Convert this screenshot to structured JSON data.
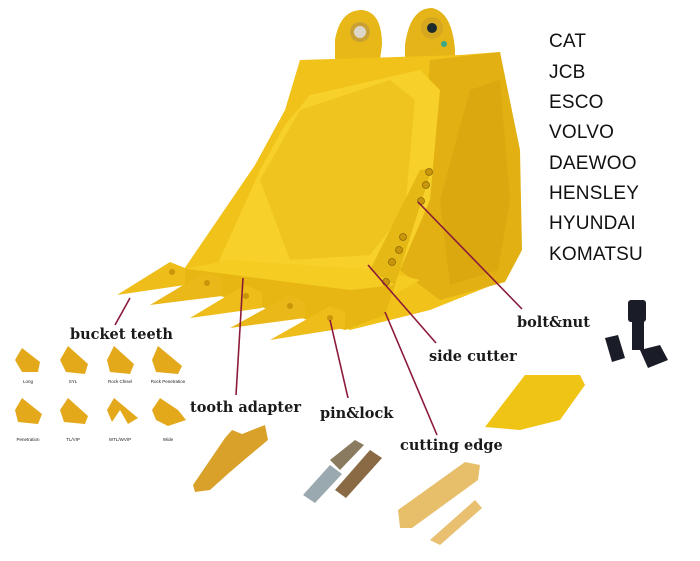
{
  "brands": [
    "CAT",
    "JCB",
    "ESCO",
    "VOLVO",
    "DAEWOO",
    "HENSLEY",
    "HYUNDAI",
    "KOMATSU"
  ],
  "labels": {
    "bucket_teeth": "bucket teeth",
    "tooth_adapter": "tooth adapter",
    "pin_lock": "pin&lock",
    "cutting_edge": "cutting edge",
    "side_cutter": "side cutter",
    "bolt_nut": "bolt&nut"
  },
  "teeth_types": [
    "Long",
    "SYL",
    "Rock Chisel",
    "Rock Penetration",
    "Penetration",
    "TL/VIP",
    "WTL/WVIP",
    "Wide"
  ],
  "colors": {
    "bucket_yellow": "#f2c51a",
    "bucket_shadow": "#c99a0c",
    "leader_line": "#8b1a3a",
    "text": "#1a1a1a",
    "background": "#ffffff"
  }
}
